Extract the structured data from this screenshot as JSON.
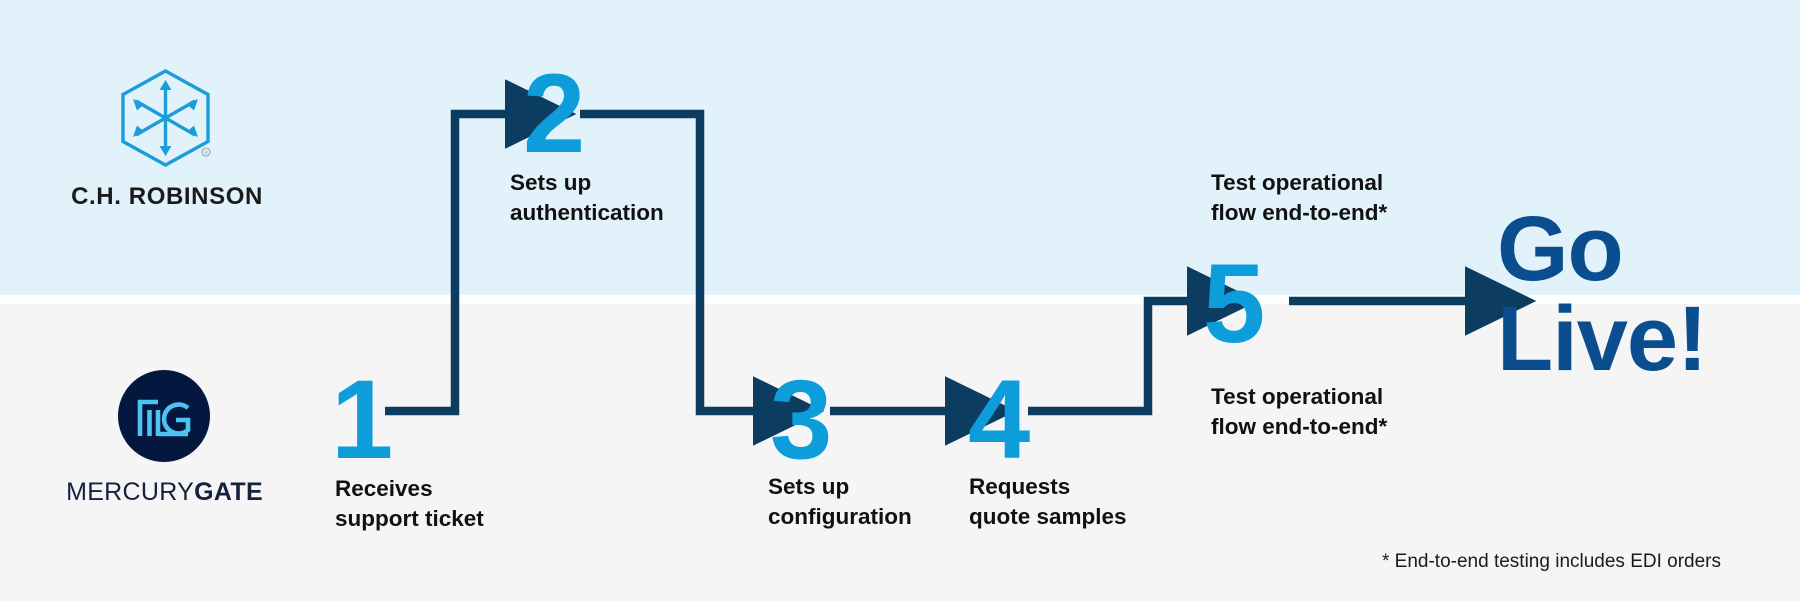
{
  "bands": {
    "top_color": "#e2f2fa",
    "bottom_color": "#f5f5f5",
    "divider_color": "#ffffff"
  },
  "colors": {
    "step_number": "#0d9ddb",
    "connector": "#0c3c60",
    "golive": "#0b4e8f",
    "label": "#111111",
    "mercurygate_navy": "#04173f",
    "chrobinson_blue": "#1b9dd9"
  },
  "logos": {
    "chrobinson": {
      "icon": "hexagon-arrows-icon",
      "name": "C.H. ROBINSON",
      "trademark": "®"
    },
    "mercurygate": {
      "icon": "mg-monogram-icon",
      "name_light": "MERCURY",
      "name_bold": "GATE"
    }
  },
  "steps": [
    {
      "number": "1",
      "label": "Receives\nsupport ticket",
      "lane": "bottom"
    },
    {
      "number": "2",
      "label": "Sets up\nauthentication",
      "lane": "top"
    },
    {
      "number": "3",
      "label": "Sets up\nconfiguration",
      "lane": "bottom"
    },
    {
      "number": "4",
      "label": "Requests\nquote samples",
      "lane": "bottom"
    },
    {
      "number": "5",
      "label_top": "Test operational\nflow end-to-end*",
      "label_bottom": "Test operational\nflow end-to-end*",
      "lane": "both"
    }
  ],
  "outcome": {
    "line1": "Go",
    "line2": "Live!"
  },
  "footnote": "* End-to-end testing includes EDI orders"
}
